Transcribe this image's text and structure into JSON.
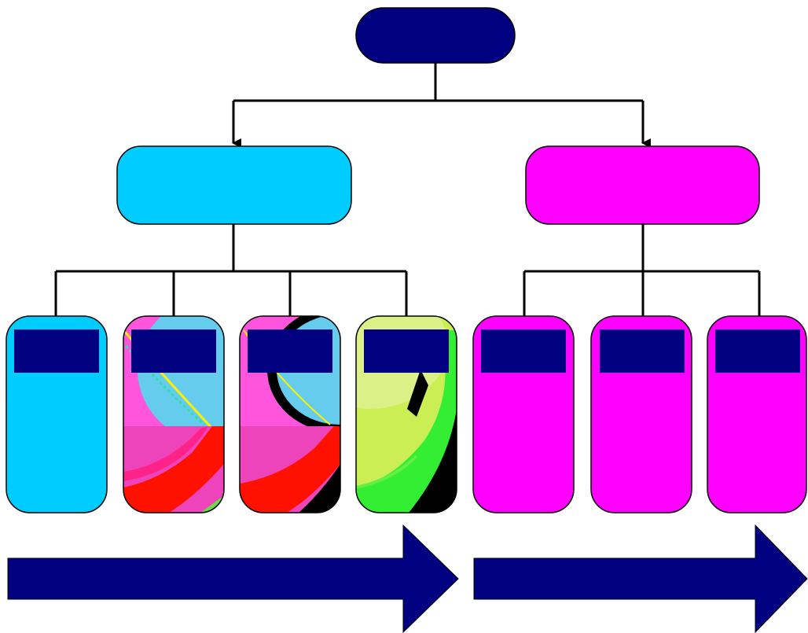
{
  "diagram": {
    "root": {
      "label": "",
      "color": "#000080"
    },
    "branches": [
      {
        "label": "",
        "color": "#00CCFF",
        "children": [
          {
            "label": "",
            "fill": "solid"
          },
          {
            "label": "",
            "fill": "image-pattern-a"
          },
          {
            "label": "",
            "fill": "image-pattern-b"
          },
          {
            "label": "",
            "fill": "image-pattern-c"
          }
        ]
      },
      {
        "label": "",
        "color": "#FF00FF",
        "children": [
          {
            "label": "",
            "fill": "solid"
          },
          {
            "label": "",
            "fill": "solid"
          },
          {
            "label": "",
            "fill": "solid"
          }
        ]
      }
    ],
    "arrows": [
      {
        "direction": "right",
        "color": "#000080"
      },
      {
        "direction": "right",
        "color": "#000080"
      }
    ],
    "colors": {
      "navy": "#000080",
      "cyan": "#00CCFF",
      "magenta": "#FF00FF",
      "connector": "#000000"
    }
  }
}
